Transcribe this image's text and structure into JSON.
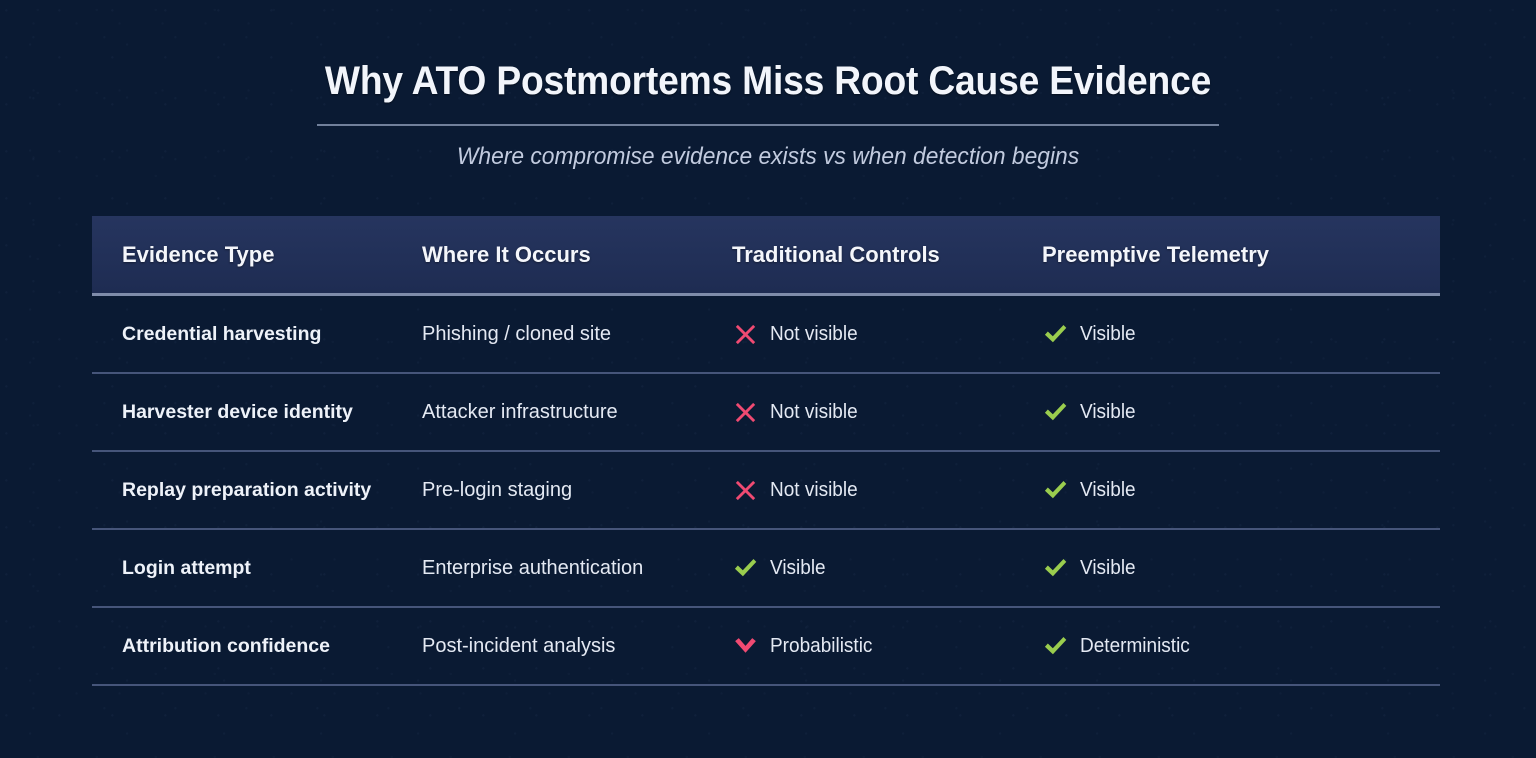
{
  "theme": {
    "background": "#0a1a33",
    "header_band": "#26355f",
    "divider": "#9aa7c4",
    "row_divider": "#46557a",
    "text_primary": "#f2f5fb",
    "text_secondary": "#c2cbdf",
    "icon_negative": "#f04a72",
    "icon_positive": "#8fc council"
  },
  "header": {
    "title": "Why ATO Postmortems Miss Root Cause Evidence",
    "subtitle": "Where compromise evidence exists vs when detection begins"
  },
  "table": {
    "columns": [
      "Evidence Type",
      "Where It Occurs",
      "Traditional Controls",
      "Preemptive Telemetry"
    ],
    "rows": [
      {
        "evidence_type": "Credential harvesting",
        "where_it_occurs": "Phishing / cloned site",
        "traditional": {
          "icon": "cross-mark-icon",
          "label": "Not visible"
        },
        "preemptive": {
          "icon": "check-mark-icon",
          "label": "Visible"
        }
      },
      {
        "evidence_type": "Harvester device identity",
        "where_it_occurs": "Attacker infrastructure",
        "traditional": {
          "icon": "cross-mark-icon",
          "label": "Not visible"
        },
        "preemptive": {
          "icon": "check-mark-icon",
          "label": "Visible"
        }
      },
      {
        "evidence_type": "Replay preparation activity",
        "where_it_occurs": "Pre-login staging",
        "traditional": {
          "icon": "cross-mark-icon",
          "label": "Not visible"
        },
        "preemptive": {
          "icon": "check-mark-icon",
          "label": "Visible"
        }
      },
      {
        "evidence_type": "Login attempt",
        "where_it_occurs": "Enterprise authentication",
        "traditional": {
          "icon": "check-mark-icon",
          "label": "Visible"
        },
        "preemptive": {
          "icon": "check-mark-icon",
          "label": "Visible"
        }
      },
      {
        "evidence_type": "Attribution confidence",
        "where_it_occurs": "Post-incident analysis",
        "traditional": {
          "icon": "chevron-down-icon",
          "label": "Probabilistic"
        },
        "preemptive": {
          "icon": "check-mark-icon",
          "label": "Deterministic"
        }
      }
    ]
  }
}
